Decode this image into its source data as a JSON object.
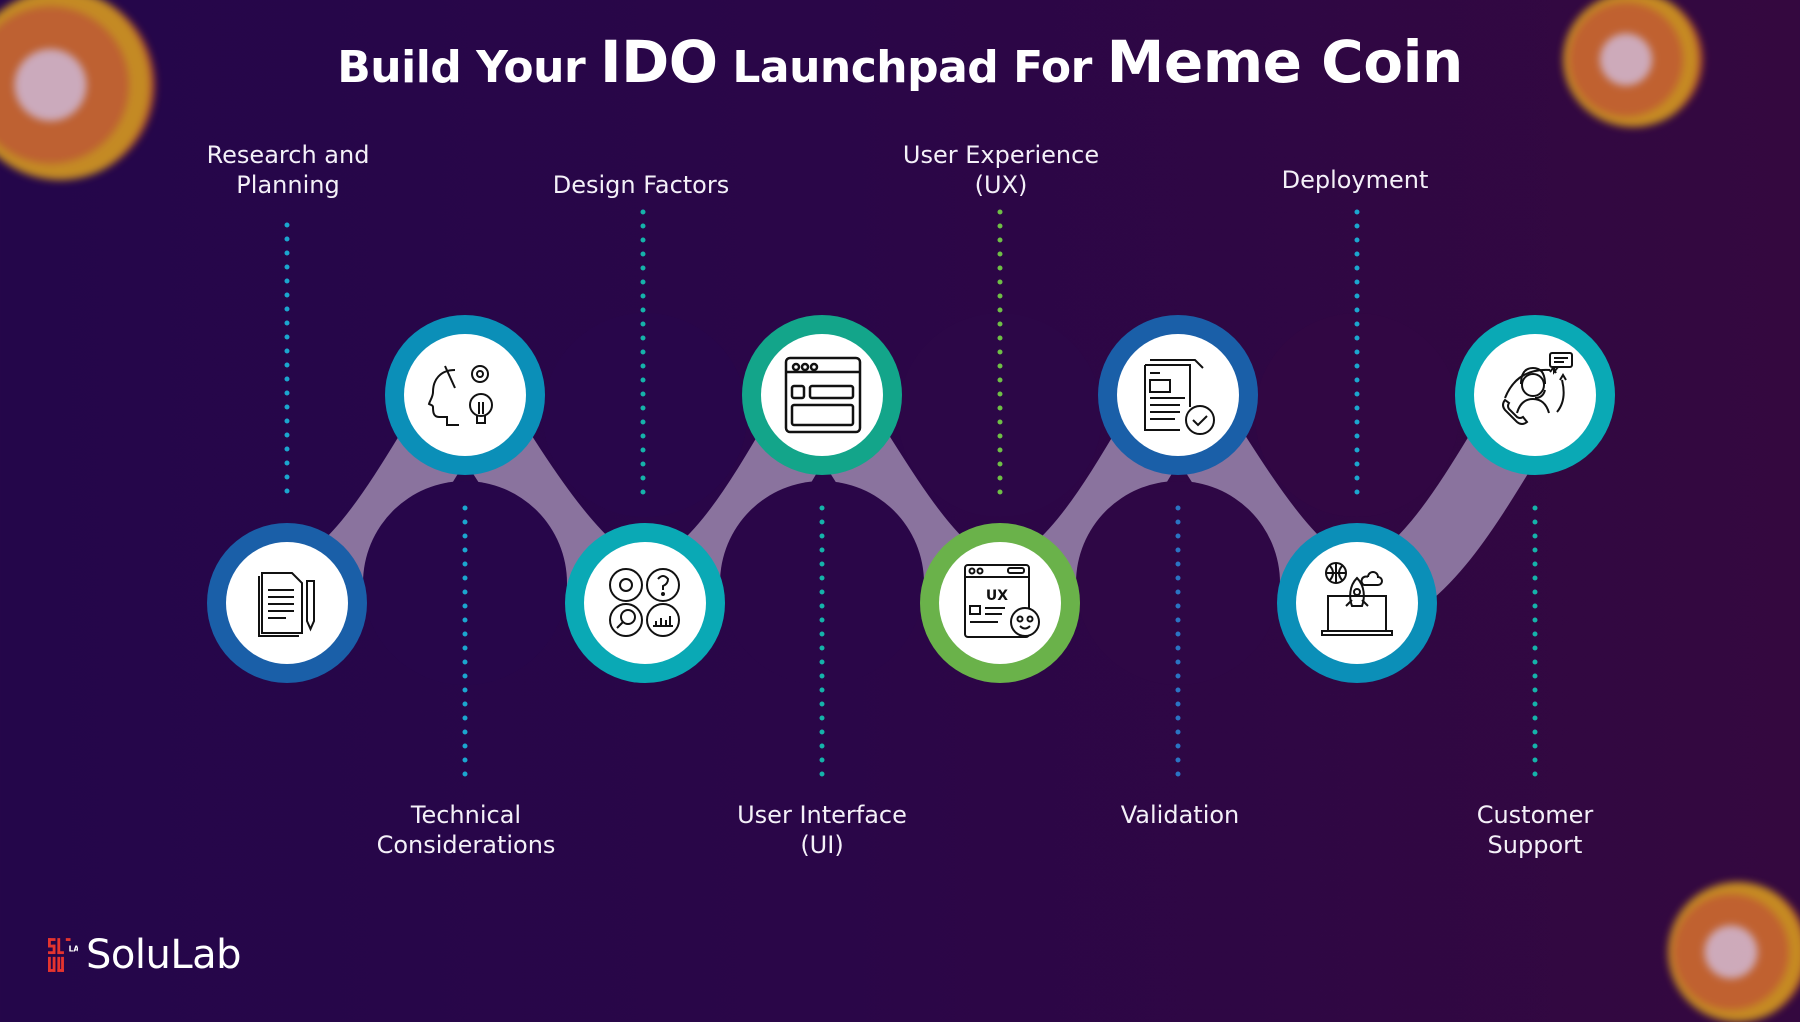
{
  "title": {
    "part1": "Build Your ",
    "part2": "IDO",
    "part3": " Launchpad For ",
    "part4": "Meme Coin"
  },
  "colors": {
    "background_left": "#24064a",
    "background_right": "#34083f",
    "connector": "#8a739e",
    "ring_blue": "#1a5fa8",
    "ring_cyan": "#0b8fb8",
    "ring_teal": "#0aa9b5",
    "ring_green_teal": "#13a58a",
    "ring_green": "#6ab24a",
    "dots_cyan": "#1ba6cf",
    "dots_teal": "#15b3aa",
    "dots_green": "#6fbf46",
    "dots_blue": "#2a74c4"
  },
  "steps": [
    {
      "index": 1,
      "label_lines": [
        "Research and",
        "Planning"
      ],
      "icon": "document-pencil-icon",
      "position": "bottom-node-top-label"
    },
    {
      "index": 2,
      "label_lines": [
        "Technical",
        "Considerations"
      ],
      "icon": "head-gear-bulb-icon",
      "position": "top-node-bottom-label"
    },
    {
      "index": 3,
      "label_lines": [
        "Design Factors"
      ],
      "icon": "design-grid-icon",
      "position": "bottom-node-top-label"
    },
    {
      "index": 4,
      "label_lines": [
        "User Interface",
        "(UI)"
      ],
      "icon": "browser-window-icon",
      "position": "top-node-bottom-label"
    },
    {
      "index": 5,
      "label_lines": [
        "User Experience",
        "(UX)"
      ],
      "icon": "ux-smiley-icon",
      "icon_text": "UX",
      "position": "bottom-node-top-label"
    },
    {
      "index": 6,
      "label_lines": [
        "Validation"
      ],
      "icon": "document-check-icon",
      "position": "top-node-bottom-label"
    },
    {
      "index": 7,
      "label_lines": [
        "Deployment"
      ],
      "icon": "laptop-rocket-icon",
      "position": "bottom-node-top-label"
    },
    {
      "index": 8,
      "label_lines": [
        "Customer",
        "Support"
      ],
      "icon": "customer-support-icon",
      "position": "top-node-bottom-label"
    }
  ],
  "logo": {
    "text": "SoluLab",
    "mark_text": "LAB"
  }
}
